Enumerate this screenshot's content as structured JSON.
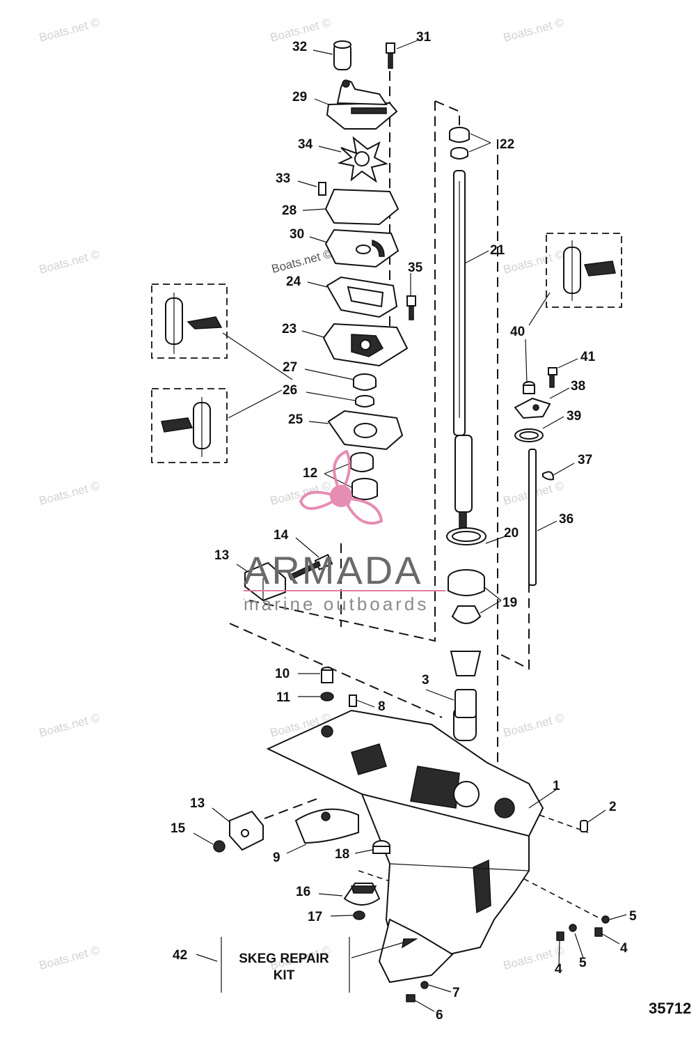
{
  "watermark": "Boats.net ©",
  "brand": {
    "name": "ARMADA",
    "tagline": "marine outboards",
    "color": "#e27aa6"
  },
  "figure_number": "35712",
  "skeg_kit": {
    "line1": "SKEG REPAIR",
    "line2": "KIT"
  },
  "labels": {
    "p1": "1",
    "p2": "2",
    "p3": "3",
    "p4a": "4",
    "p4b": "4",
    "p5a": "5",
    "p5b": "5",
    "p6": "6",
    "p7": "7",
    "p8": "8",
    "p9": "9",
    "p10": "10",
    "p11": "11",
    "p12": "12",
    "p13a": "13",
    "p13b": "13",
    "p14": "14",
    "p15": "15",
    "p16": "16",
    "p17": "17",
    "p18": "18",
    "p19": "19",
    "p20": "20",
    "p21": "21",
    "p22": "22",
    "p23": "23",
    "p24": "24",
    "p25": "25",
    "p26": "26",
    "p27": "27",
    "p28": "28",
    "p29": "29",
    "p30": "30",
    "p31": "31",
    "p32": "32",
    "p33": "33",
    "p34": "34",
    "p35": "35",
    "p36": "36",
    "p37": "37",
    "p38": "38",
    "p39": "39",
    "p40": "40",
    "p41": "41",
    "p42": "42"
  }
}
